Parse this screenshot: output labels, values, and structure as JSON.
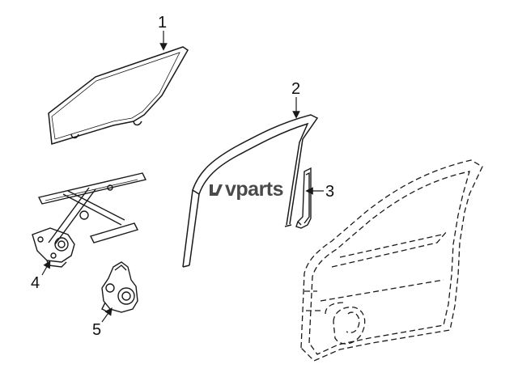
{
  "callouts": [
    "1",
    "2",
    "3",
    "4",
    "5"
  ],
  "watermark": {
    "text": "vparts",
    "logo_icon": "lv-logo-icon"
  },
  "colors": {
    "line": "#1a1a1a",
    "background": "#ffffff",
    "watermark": "#4a4a4a"
  }
}
